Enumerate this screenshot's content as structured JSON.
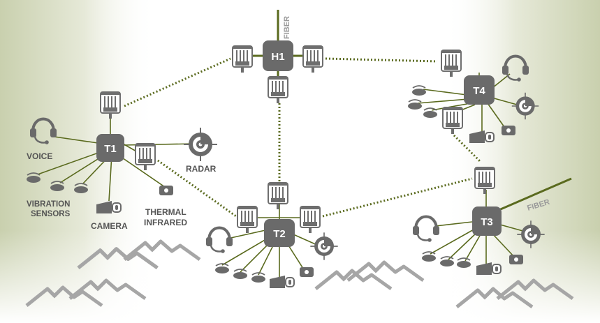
{
  "colors": {
    "hub": "#6a6a6a",
    "link": "#5a6a1e",
    "dotted": "#5a6a1e",
    "device": "#707070",
    "label": "#555555",
    "mountain": "#a8a8a8",
    "fiber_text": "#9a9a9a",
    "bg_tint": "#cdd3b5"
  },
  "hubs": [
    {
      "id": "h1",
      "label": "H1"
    },
    {
      "id": "t1",
      "label": "T1"
    },
    {
      "id": "t2",
      "label": "T2"
    },
    {
      "id": "t3",
      "label": "T3"
    },
    {
      "id": "t4",
      "label": "T4"
    }
  ],
  "fiber_labels": [
    "FIBER",
    "FIBER"
  ],
  "sensor_labels": {
    "voice": "VOICE",
    "radar": "RADAR",
    "vibration_1": "VIBRATION",
    "vibration_2": "SENSORS",
    "camera": "CAMERA",
    "thermal_1": "THERMAL",
    "thermal_2": "INFRARED"
  },
  "icons": [
    "radio-icon",
    "headset-icon",
    "radar-icon",
    "vibration-sensor-icon",
    "camera-icon",
    "thermal-sensor-icon",
    "mountain-icon"
  ]
}
